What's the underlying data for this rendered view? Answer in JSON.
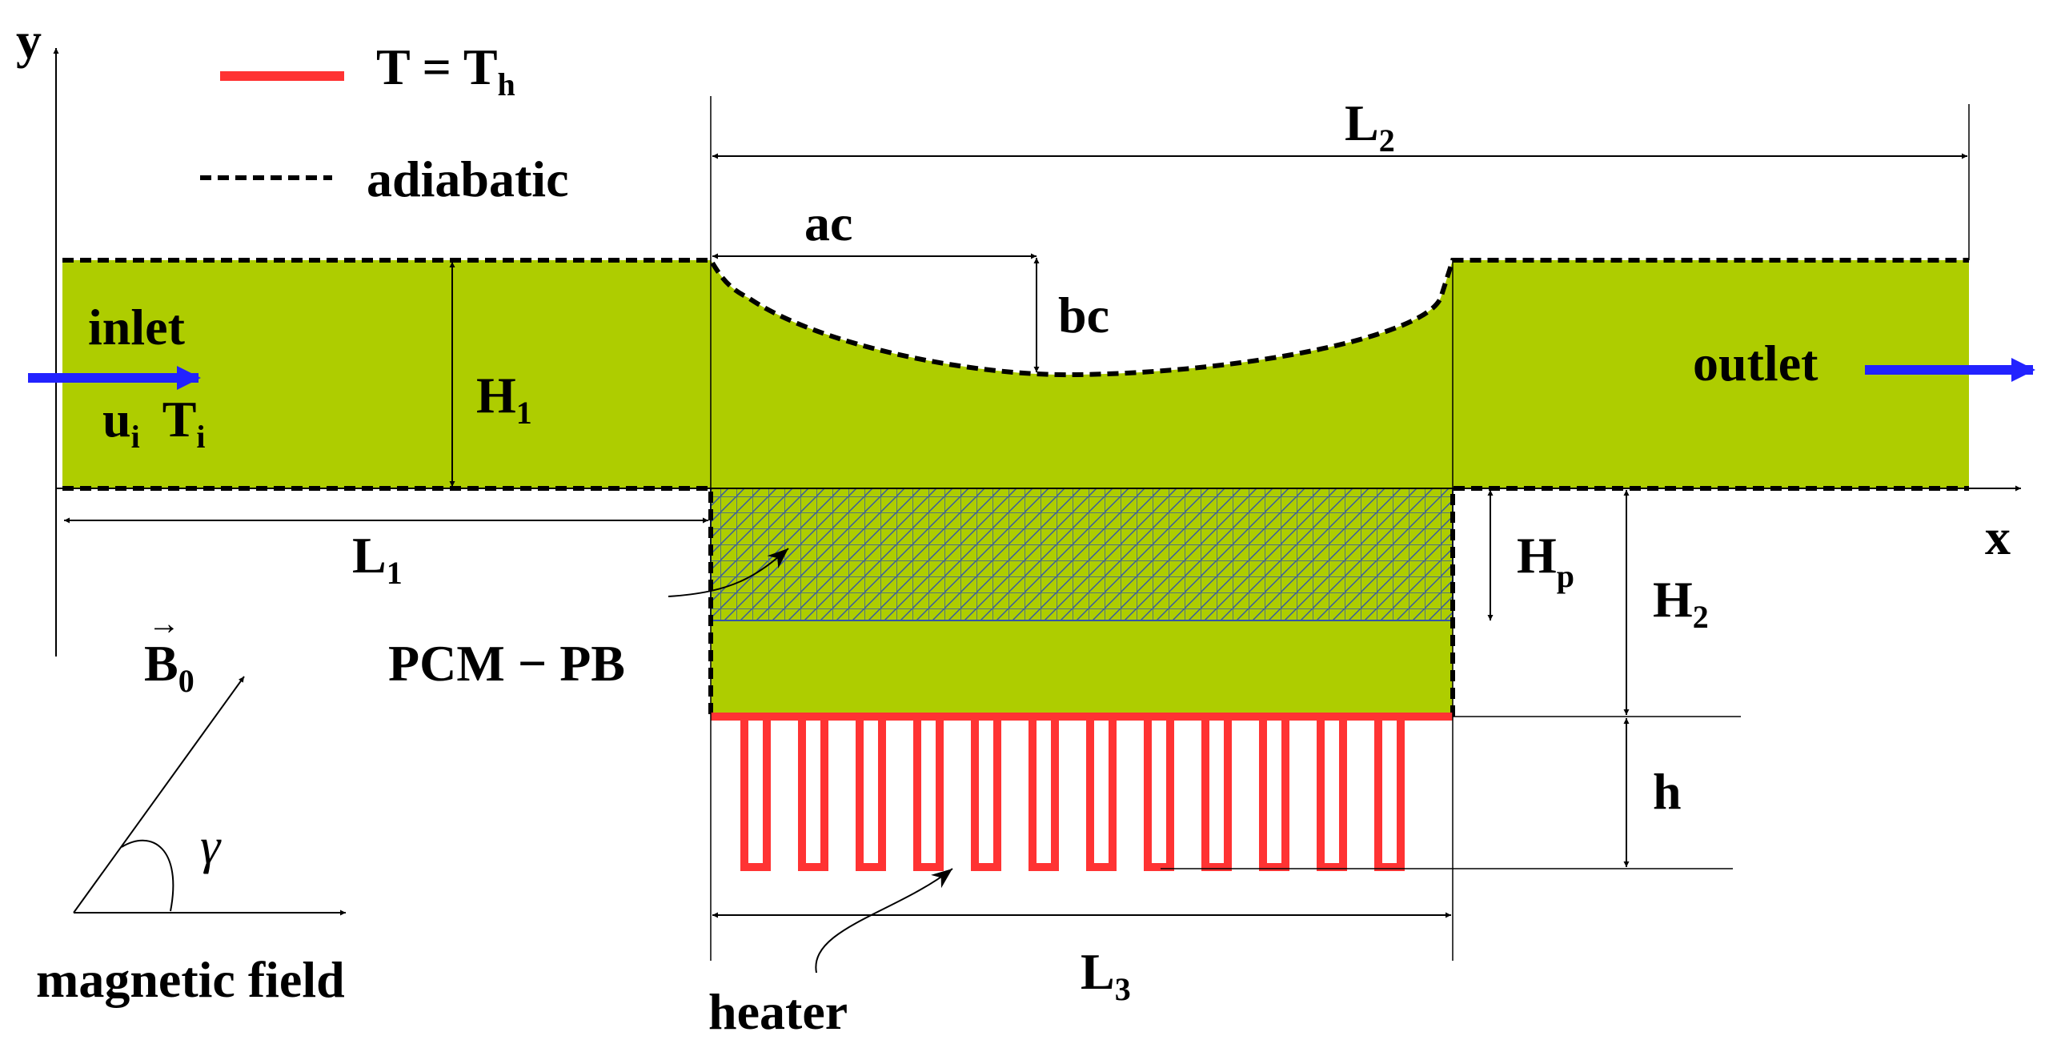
{
  "legend": {
    "heated_label": "T = T",
    "heated_sub": "h",
    "adiabatic_label": "adiabatic"
  },
  "axes": {
    "x": "x",
    "y": "y"
  },
  "regions": {
    "inlet": "inlet",
    "inlet_velocity": "u",
    "inlet_velocity_sub": "i",
    "inlet_temp": "T",
    "inlet_temp_sub": "i",
    "outlet": "outlet",
    "pcm": "PCM − PB",
    "heater": "heater"
  },
  "dimensions": {
    "L1": "L",
    "L1_sub": "1",
    "L2": "L",
    "L2_sub": "2",
    "L3": "L",
    "L3_sub": "3",
    "H1": "H",
    "H1_sub": "1",
    "H2": "H",
    "H2_sub": "2",
    "Hp": "H",
    "Hp_sub": "p",
    "h": "h",
    "ac": "ac",
    "bc": "bc"
  },
  "magnetic": {
    "field_label": "magnetic field",
    "B": "B",
    "B_sub": "0",
    "angle": "γ"
  },
  "colors": {
    "fluid": "#aecd00",
    "heater": "#ff3333",
    "flow_arrow": "#2222ff",
    "mesh": "#3355aa",
    "line": "#000000"
  }
}
